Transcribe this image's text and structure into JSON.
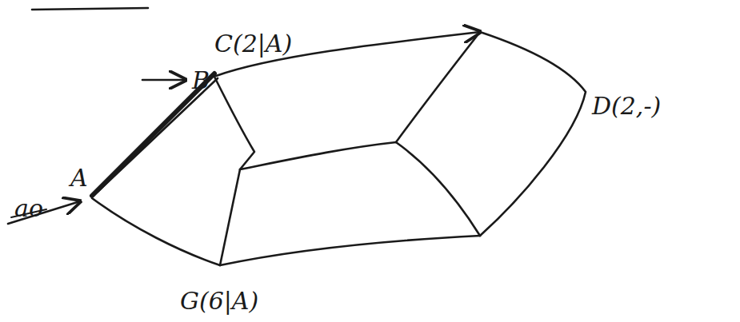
{
  "diagram": {
    "labels": [
      "B",
      "C(2|A)",
      "D(2,-)",
      "A",
      "G(6|A)",
      "ao"
    ]
  }
}
